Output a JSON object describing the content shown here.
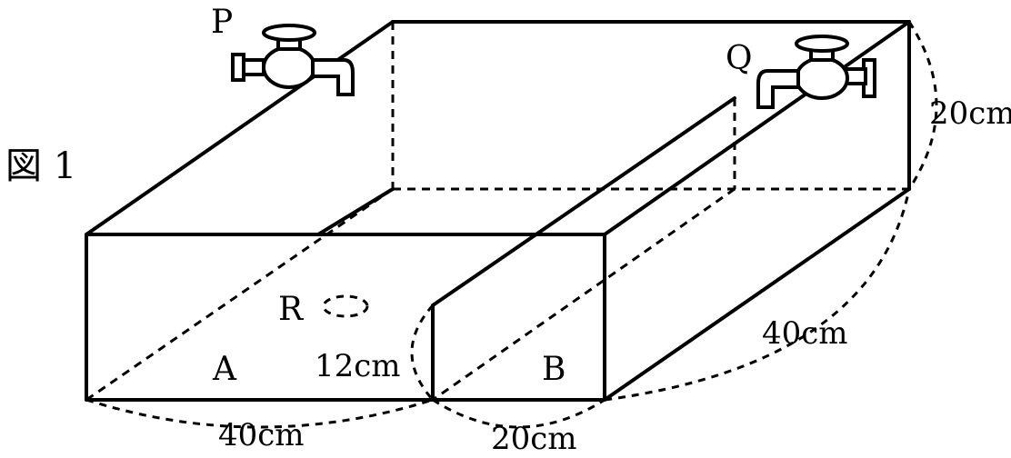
{
  "figure": {
    "label": "図 1",
    "tap_p_label": "P",
    "tap_q_label": "Q",
    "hole_label": "R",
    "compartment_a": "A",
    "compartment_b": "B",
    "dims": {
      "height": "20cm",
      "depth": "40cm",
      "bottom_a": "40cm",
      "bottom_b": "20cm",
      "partition": "12cm"
    }
  },
  "icons": [
    "faucet-icon-p",
    "faucet-icon-q",
    "drain-hole-icon"
  ]
}
